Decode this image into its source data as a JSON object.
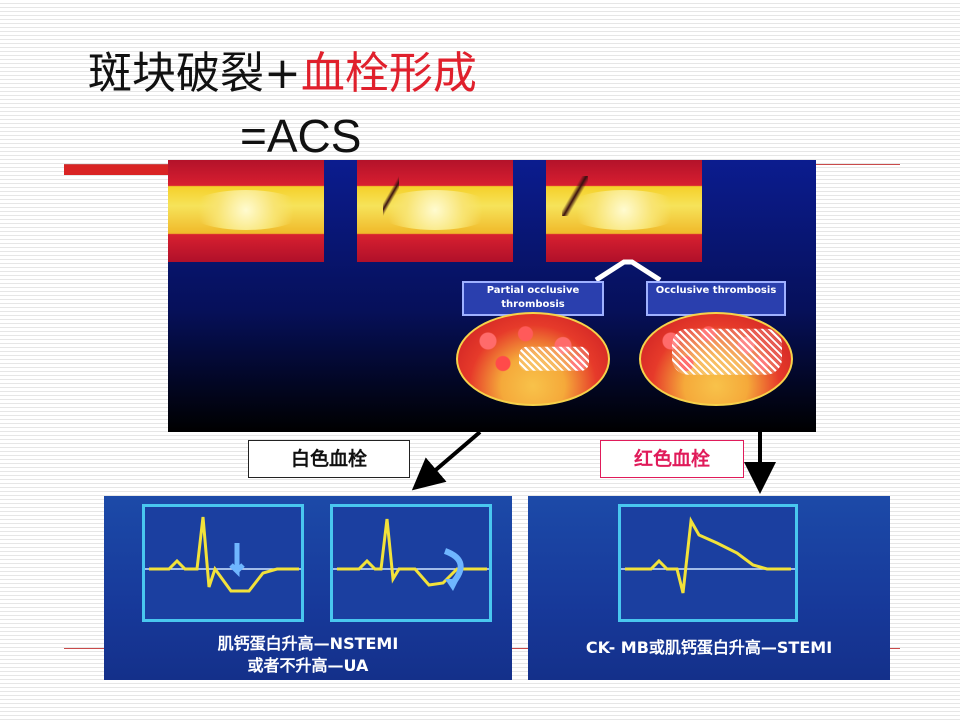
{
  "title": {
    "part1": "斑块破裂+",
    "part2": "血栓形成",
    "line2": "=ACS"
  },
  "figure": {
    "label_partial": "Partial occlusive thrombosis",
    "label_occlusive": "Occlusive thrombosis"
  },
  "labels": {
    "white_thrombus": "白色血栓",
    "red_thrombus": "红色血栓"
  },
  "ecg_left": {
    "caption_line1": "肌钙蛋白升高—NSTEMI",
    "caption_line2": "或者不升高—UA"
  },
  "ecg_right": {
    "caption": "CK- MB或肌钙蛋白升高—STEMI"
  },
  "colors": {
    "title_red": "#e0202c",
    "red_label_text": "#e01b5a",
    "ecg_trace": "#f2e23a",
    "ecg_frame": "#49c7ef",
    "panel_blue": "#1c4aa8"
  }
}
